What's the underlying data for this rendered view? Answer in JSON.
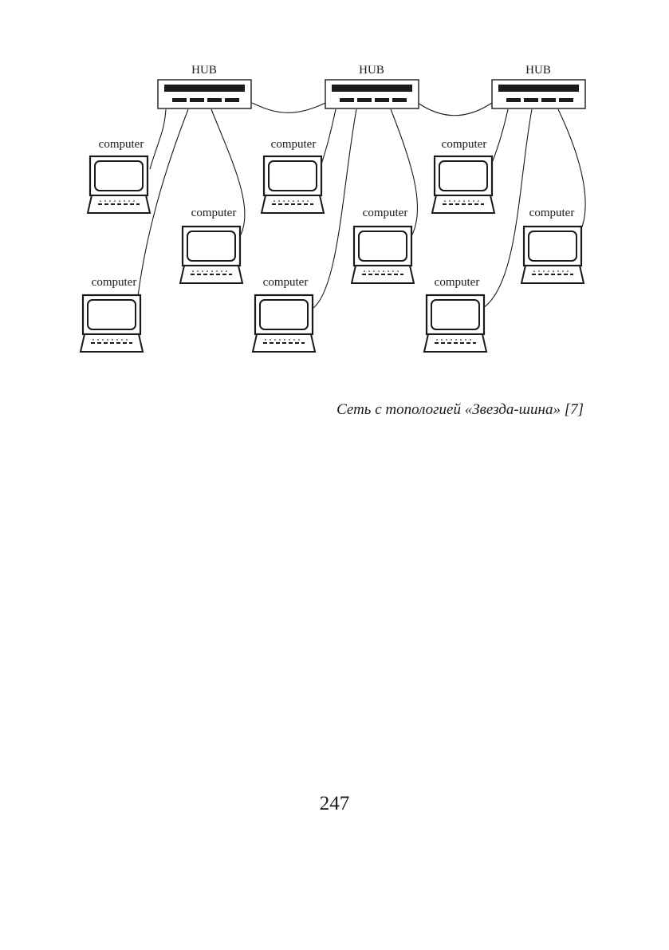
{
  "diagram": {
    "hubs": [
      {
        "id": "hub-1",
        "label": "HUB"
      },
      {
        "id": "hub-2",
        "label": "HUB"
      },
      {
        "id": "hub-3",
        "label": "HUB"
      }
    ],
    "computers": [
      {
        "id": "computer-1",
        "label": "computer",
        "hub": "hub-1"
      },
      {
        "id": "computer-2",
        "label": "computer",
        "hub": "hub-1"
      },
      {
        "id": "computer-3",
        "label": "computer",
        "hub": "hub-1"
      },
      {
        "id": "computer-4",
        "label": "computer",
        "hub": "hub-2"
      },
      {
        "id": "computer-5",
        "label": "computer",
        "hub": "hub-2"
      },
      {
        "id": "computer-6",
        "label": "computer",
        "hub": "hub-2"
      },
      {
        "id": "computer-7",
        "label": "computer",
        "hub": "hub-3"
      },
      {
        "id": "computer-8",
        "label": "computer",
        "hub": "hub-3"
      },
      {
        "id": "computer-9",
        "label": "computer",
        "hub": "hub-3"
      }
    ],
    "bus_links": [
      [
        "hub-1",
        "hub-2"
      ],
      [
        "hub-2",
        "hub-3"
      ]
    ]
  },
  "caption": "Сеть с топологией «Звезда-шина» [7]",
  "page_number": "247"
}
